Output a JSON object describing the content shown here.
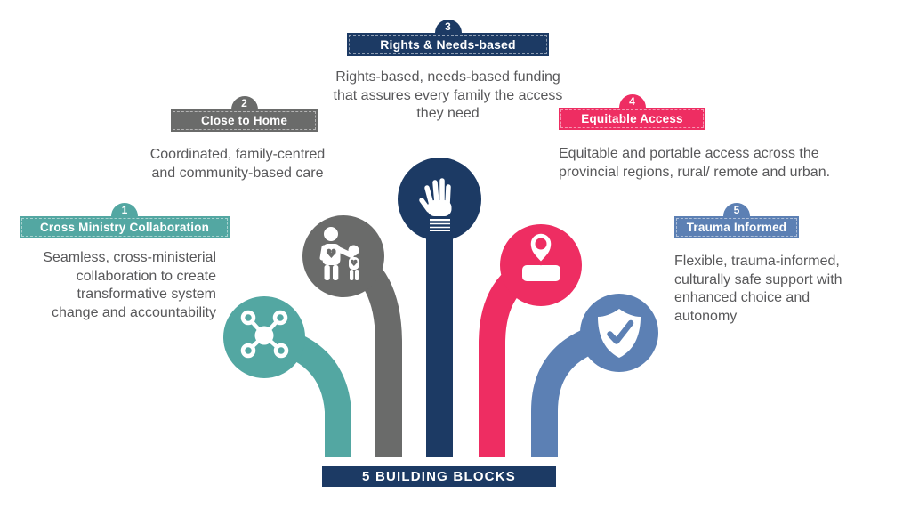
{
  "page": {
    "background": "#FFFFFF",
    "text_color": "#58585A"
  },
  "blocks": [
    {
      "number": "1",
      "label": "Cross Ministry Collaboration",
      "color": "#53A7A2",
      "description": "Seamless, cross-ministerial collaboration to create transformative system change and accountability",
      "icon": "network-icon"
    },
    {
      "number": "2",
      "label": "Close to Home",
      "color": "#6A6B6A",
      "description": "Coordinated, family-centred and community-based care",
      "icon": "family-icon"
    },
    {
      "number": "3",
      "label": "Rights & Needs-based",
      "color": "#1C3A64",
      "description": "Rights-based, needs-based funding that assures every family the access they need",
      "icon": "raised-hand-icon"
    },
    {
      "number": "4",
      "label": "Equitable Access",
      "color": "#EE2D62",
      "description": "Equitable and portable access across the provincial regions, rural/ remote and urban.",
      "icon": "location-pin-icon"
    },
    {
      "number": "5",
      "label": "Trauma Informed",
      "color": "#5C80B4",
      "description": "Flexible, trauma-informed, culturally safe support with enhanced choice and autonomy",
      "icon": "shield-check-icon"
    }
  ],
  "footer": {
    "label": "5 BUILDING BLOCKS",
    "color": "#1C3A64"
  }
}
